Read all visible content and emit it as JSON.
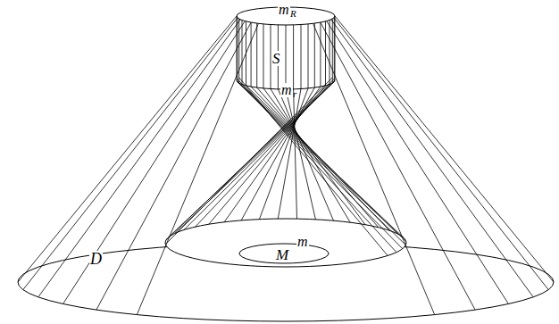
{
  "diagram": {
    "labels": [
      "m",
      "R",
      "S",
      "m",
      "r",
      "D",
      "m",
      "M"
    ]
  }
}
